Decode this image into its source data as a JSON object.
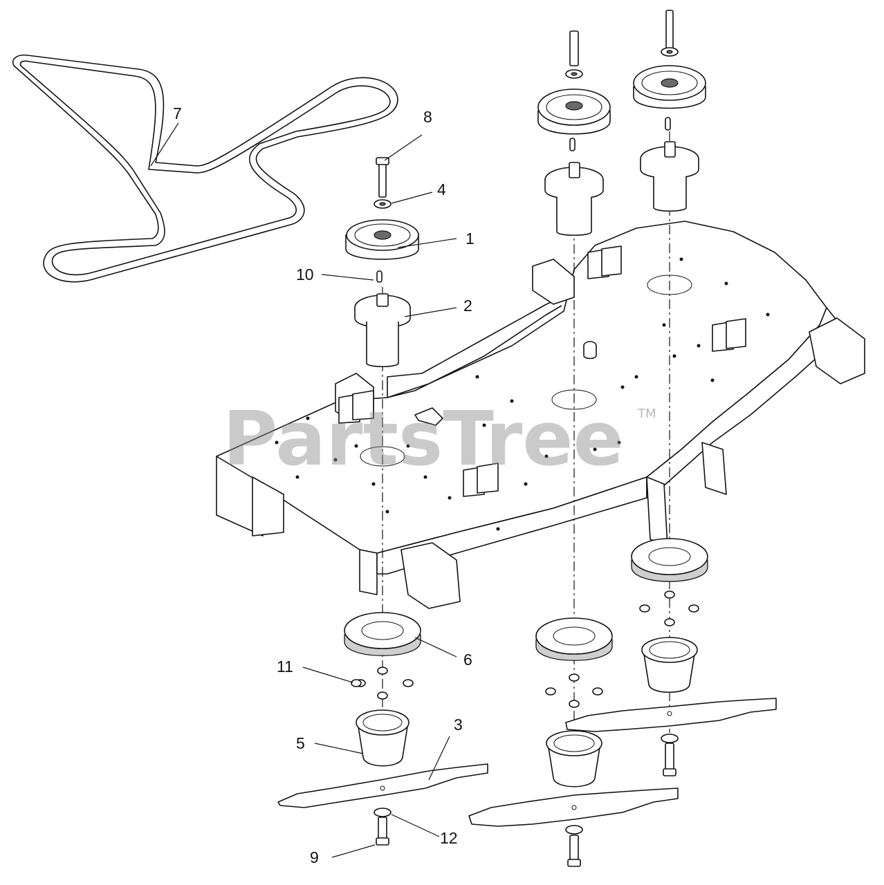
{
  "watermark": {
    "text": "PartsTree",
    "trademark": "TM"
  },
  "callouts": [
    {
      "id": "1",
      "label": "1"
    },
    {
      "id": "2",
      "label": "2"
    },
    {
      "id": "3",
      "label": "3"
    },
    {
      "id": "4",
      "label": "4"
    },
    {
      "id": "5",
      "label": "5"
    },
    {
      "id": "6",
      "label": "6"
    },
    {
      "id": "7",
      "label": "7"
    },
    {
      "id": "8",
      "label": "8"
    },
    {
      "id": "9",
      "label": "9"
    },
    {
      "id": "10",
      "label": "10"
    },
    {
      "id": "11",
      "label": "11"
    },
    {
      "id": "12",
      "label": "12"
    }
  ],
  "icons": [
    "belt-icon",
    "pulley-icon",
    "spindle-icon",
    "blade-icon",
    "bolt-icon",
    "nut-icon",
    "washer-icon",
    "deck-icon"
  ]
}
